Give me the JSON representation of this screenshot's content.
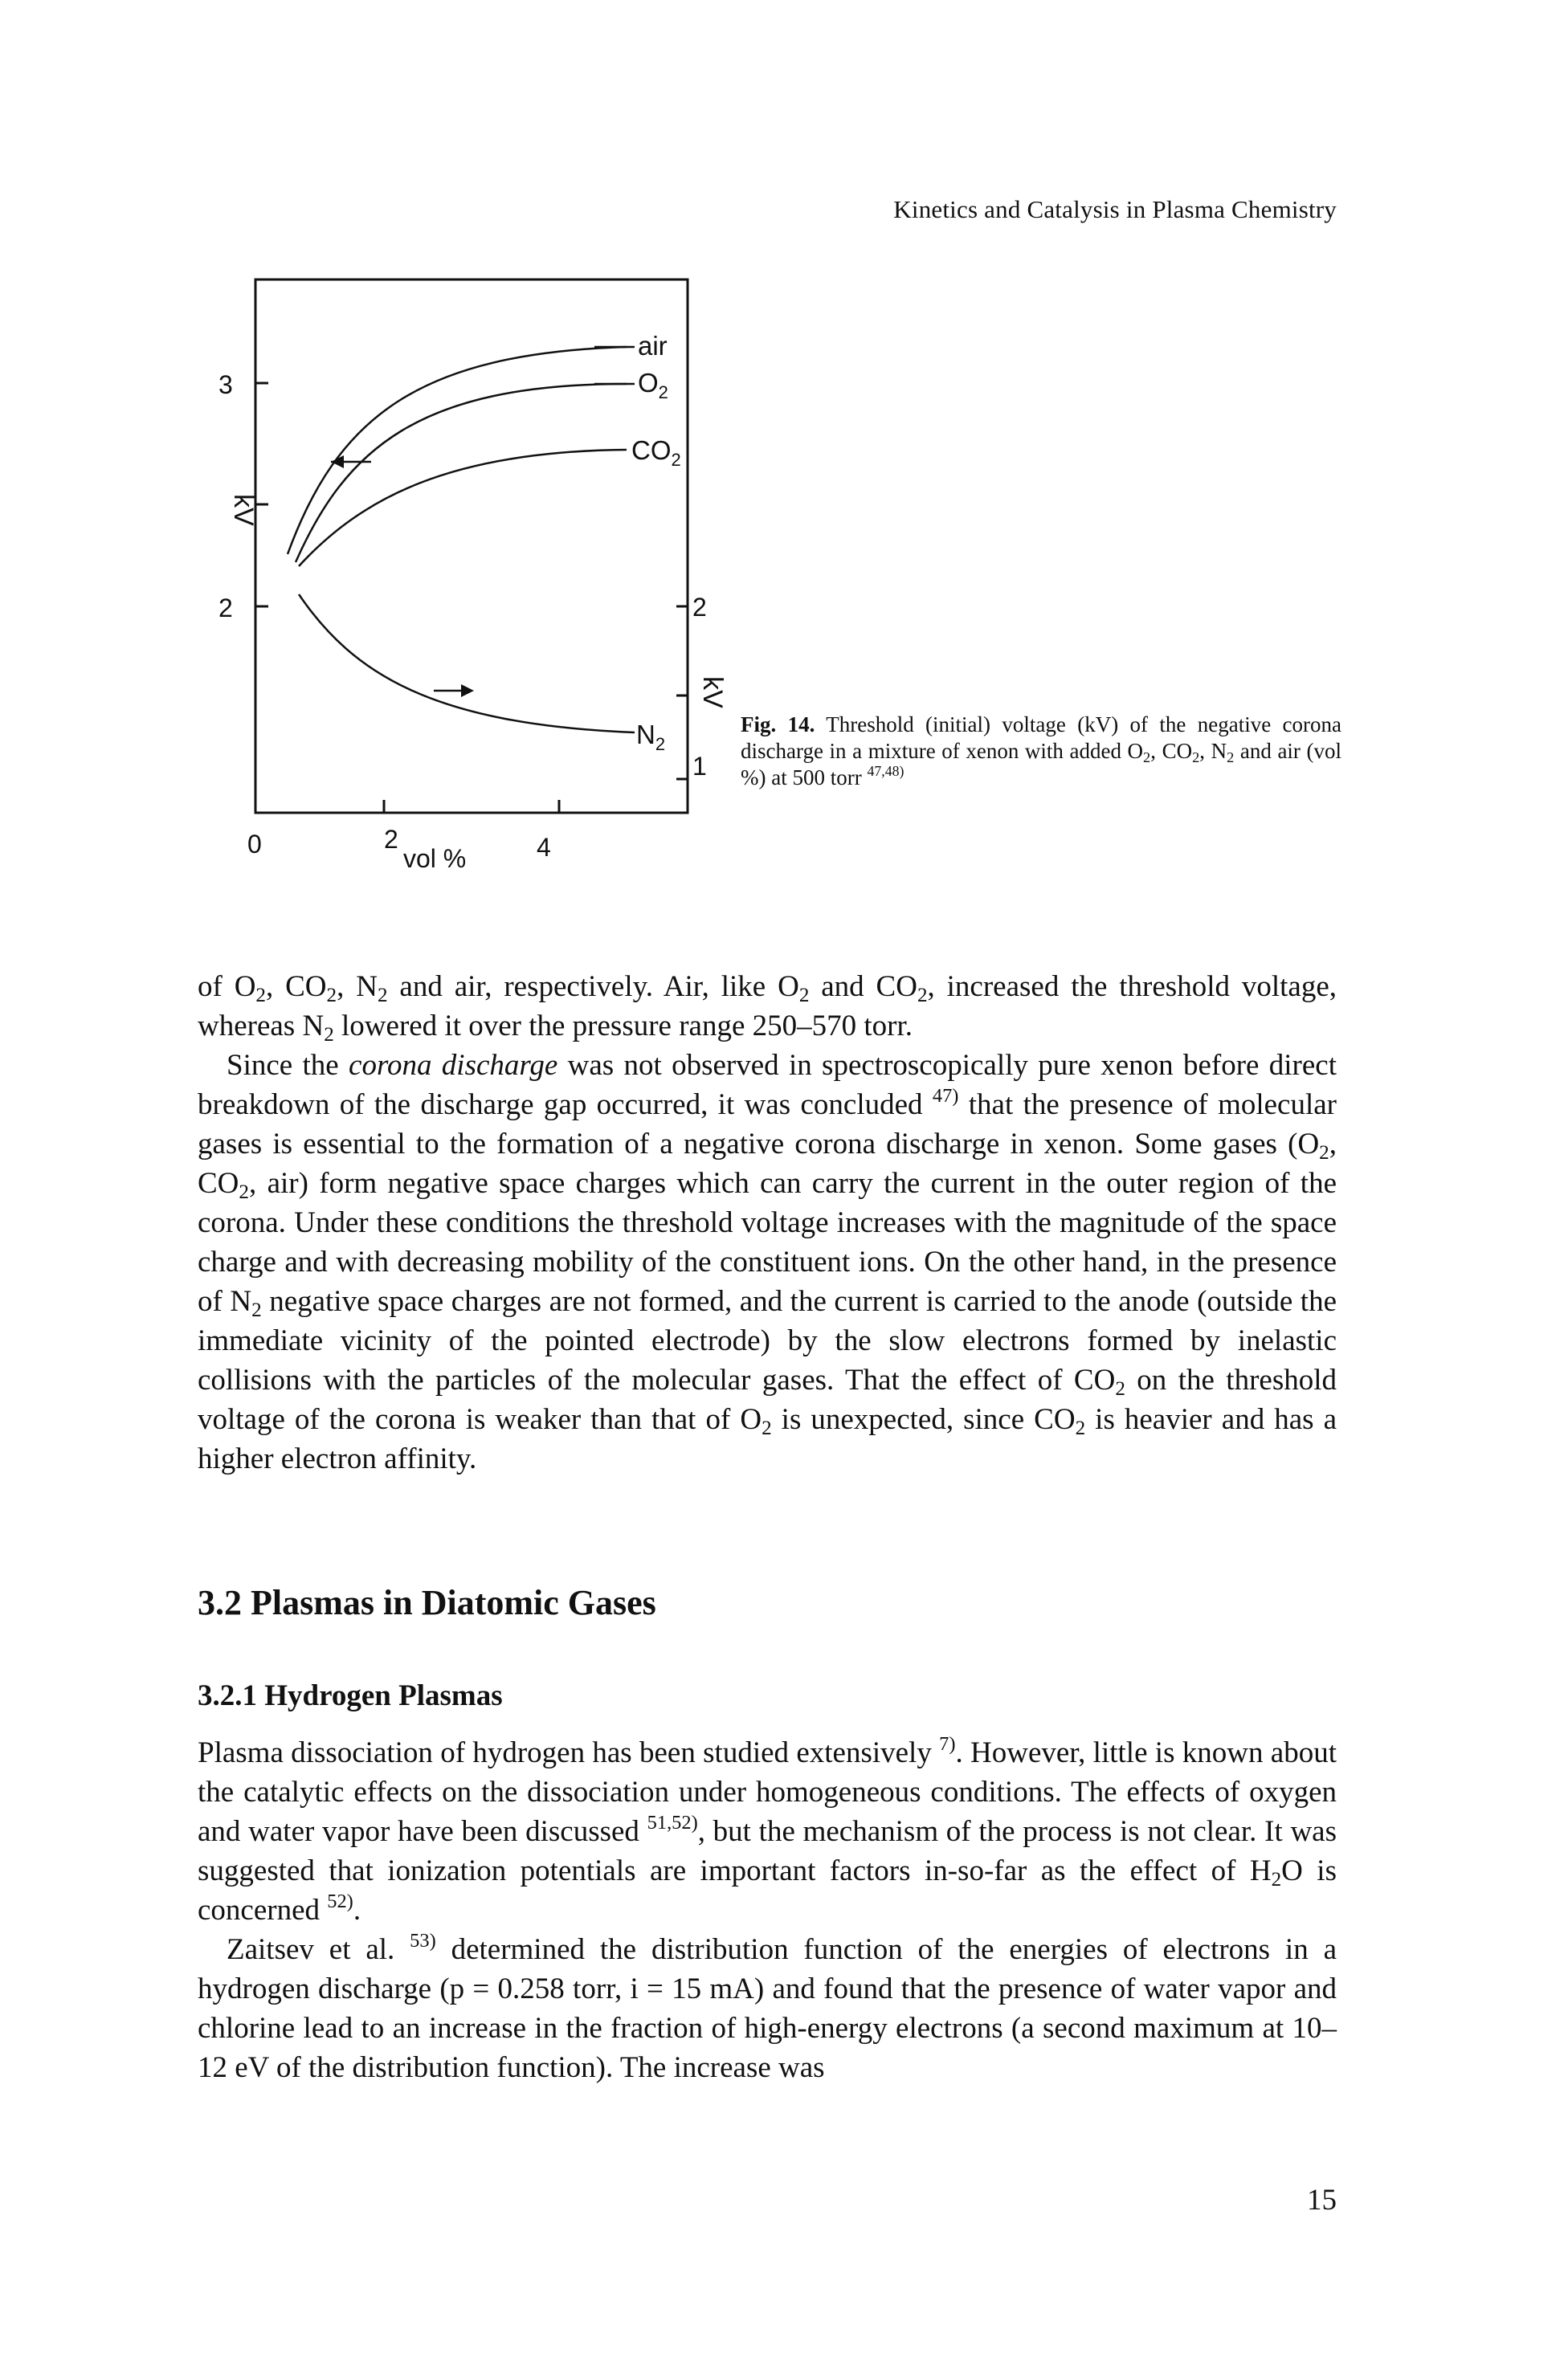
{
  "running_head": "Kinetics and Catalysis in Plasma Chemistry",
  "figure": {
    "left_axis": {
      "unit": "kV",
      "ticks": [
        "3",
        "2"
      ]
    },
    "right_axis": {
      "unit": "kV",
      "ticks": [
        "2",
        "1"
      ]
    },
    "x_axis": {
      "label": "vol %",
      "ticks": [
        "0",
        "2",
        "4"
      ]
    },
    "curve_labels": {
      "air": "air",
      "o2": "O",
      "o2_sub": "2",
      "co2": "CO",
      "co2_sub": "2",
      "n2": "N",
      "n2_sub": "2"
    }
  },
  "caption": {
    "label": "Fig. 14.",
    "text_1": " Threshold (initial) voltage (kV) of the negative corona discharge in a mixture of xenon with added O",
    "s1": "2",
    "text_2": ", CO",
    "s2": "2",
    "text_3": ", N",
    "s3": "2",
    "text_4": " and air (vol %) at 500 torr ",
    "ref": "47,48)"
  },
  "para1": {
    "t1": "of O",
    "s1": "2",
    "t2": ", CO",
    "s2": "2",
    "t3": ", N",
    "s3": "2",
    "t4": " and air, respectively. Air, like O",
    "s4": "2",
    "t5": " and CO",
    "s5": "2",
    "t6": ", increased the threshold voltage, whereas N",
    "s6": "2",
    "t7": " lowered it over the pressure range 250–570 torr."
  },
  "para2": {
    "t1": "Since the ",
    "em1": "corona discharge",
    "t2": " was not observed in spectroscopically pure xenon before direct breakdown of the discharge gap occurred, it was concluded ",
    "ref1": "47)",
    "t3": " that the presence of molecular gases is essential to the formation of a negative corona discharge in xenon. Some gases (O",
    "s1": "2",
    "t4": ", CO",
    "s2": "2",
    "t5": ", air) form negative space charges which can carry the current in the outer region of the corona. Under these conditions the threshold voltage increases with the magnitude of the space charge and with decreasing mobility of the constituent ions. On the other hand, in the presence of N",
    "s3": "2",
    "t6": " negative space charges are not formed, and the current is carried to the anode (outside the immediate vicinity of the pointed electrode) by the slow electrons formed by inelastic collisions with the particles of the molecular gases. That the effect of CO",
    "s4": "2",
    "t7": " on the threshold voltage of the corona is weaker than that of O",
    "s5": "2",
    "t8": " is unexpected, since CO",
    "s6": "2",
    "t9": " is heavier and has a higher electron affinity."
  },
  "section_heading": "3.2 Plasmas in Diatomic Gases",
  "subsection_heading": "3.2.1 Hydrogen Plasmas",
  "para3": {
    "t1": "Plasma dissociation of hydrogen has been studied extensively ",
    "ref1": "7)",
    "t2": ". However, little is known about the catalytic effects on the dissociation under homogeneous conditions. The effects of oxygen and water vapor have been discussed ",
    "ref2": "51,52)",
    "t3": ", but the mechanism of the process is not clear. It was suggested that ionization potentials are important factors in-so-far as the effect of H",
    "s1": "2",
    "t4": "O is concerned ",
    "ref3": "52)",
    "t5": "."
  },
  "para4": {
    "t1": "Zaitsev et al. ",
    "ref1": "53)",
    "t2": " determined the distribution function of the energies of electrons in a hydrogen discharge (p = 0.258 torr, i = 15 mA) and found that the presence of water vapor and chlorine lead to an increase in the fraction of high-energy electrons (a second maximum at 10–12 eV of the distribution function). The increase was"
  },
  "page_number": "15"
}
